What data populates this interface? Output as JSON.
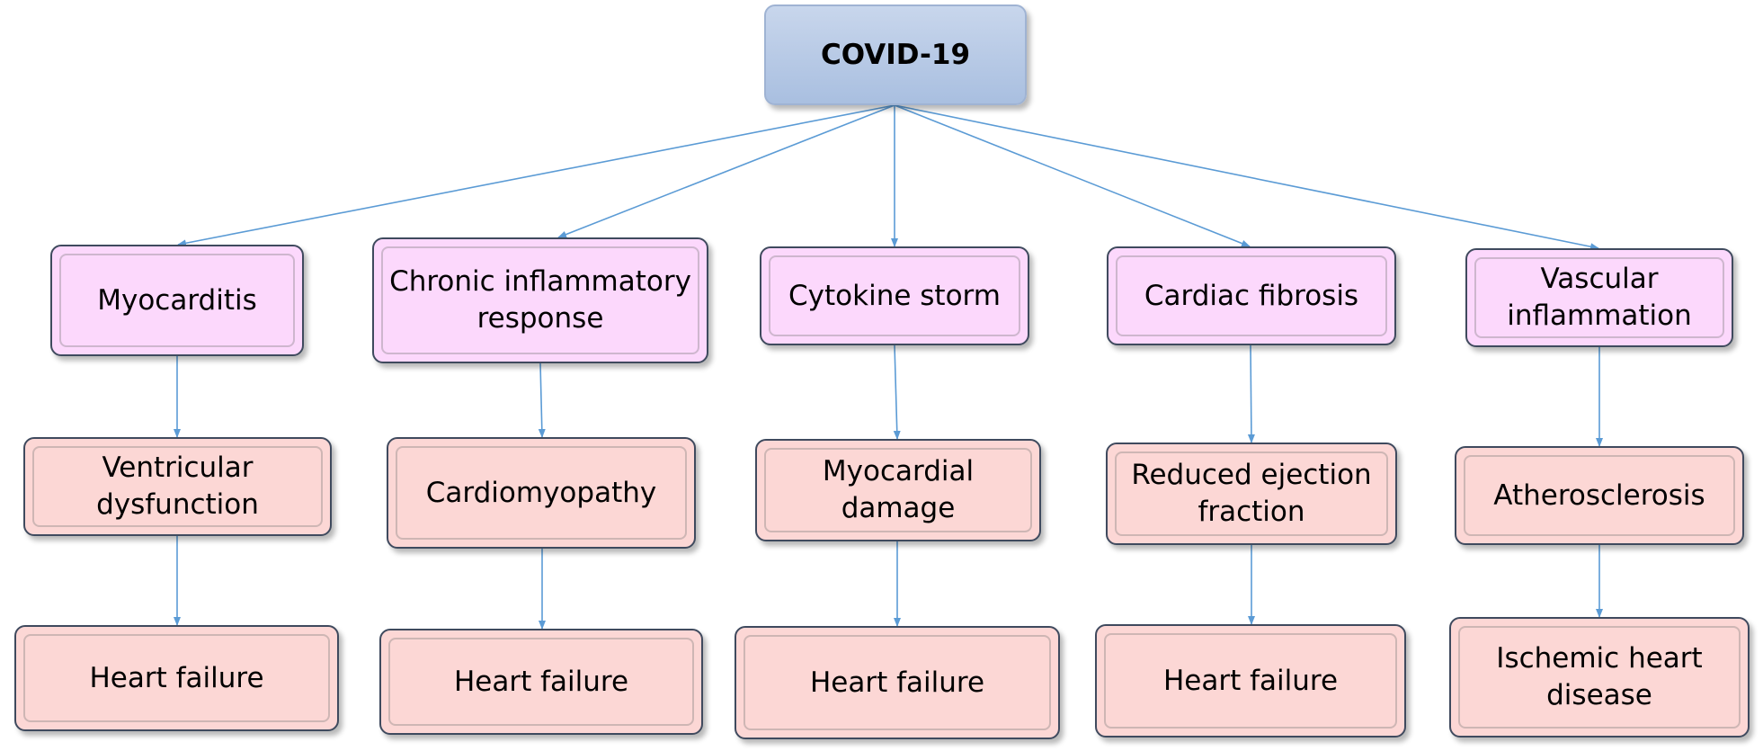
{
  "root": {
    "label": "COVID-19"
  },
  "colors": {
    "root_fill": "#afc3e2",
    "cause_fill": "#fcd8fc",
    "effect_fill": "#fcd7d5",
    "border": "#3f4a5e",
    "arrow": "#5b9bd5"
  },
  "columns": [
    {
      "cause": "Myocarditis",
      "effect": "Ventricular dysfunction",
      "outcome": "Heart failure"
    },
    {
      "cause": "Chronic inflammatory response",
      "effect": "Cardiomyopathy",
      "outcome": "Heart failure"
    },
    {
      "cause": "Cytokine storm",
      "effect": "Myocardial damage",
      "outcome": "Heart failure"
    },
    {
      "cause": "Cardiac fibrosis",
      "effect": "Reduced ejection fraction",
      "outcome": "Heart failure"
    },
    {
      "cause": "Vascular inflammation",
      "effect": "Atherosclerosis",
      "outcome": "Ischemic heart disease"
    }
  ]
}
